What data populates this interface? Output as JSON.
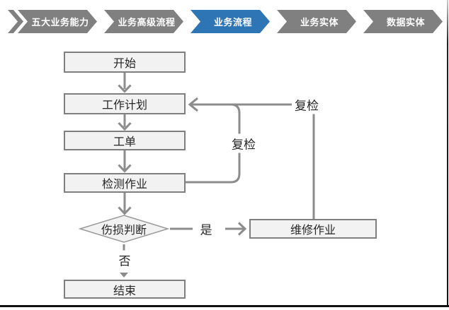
{
  "breadcrumb": {
    "active_color": "#2E75B6",
    "inactive_color": "#808080",
    "tabs": [
      {
        "label": "五大业务能力",
        "active": false
      },
      {
        "label": "业务高级流程",
        "active": false
      },
      {
        "label": "业务流程",
        "active": true
      },
      {
        "label": "业务实体",
        "active": false
      },
      {
        "label": "数据实体",
        "active": false
      }
    ]
  },
  "flowchart": {
    "nodes": [
      {
        "id": "start",
        "label": "开始",
        "type": "process"
      },
      {
        "id": "work-plan",
        "label": "工作计划",
        "type": "process"
      },
      {
        "id": "work-order",
        "label": "工单",
        "type": "process"
      },
      {
        "id": "inspection-work",
        "label": "检测作业",
        "type": "process"
      },
      {
        "id": "damage-decision",
        "label": "伤损判断",
        "type": "decision"
      },
      {
        "id": "repair-work",
        "label": "维修作业",
        "type": "process"
      },
      {
        "id": "end",
        "label": "结束",
        "type": "process"
      }
    ],
    "edge_labels": {
      "recheck_inner": "复检",
      "recheck_outer": "复检",
      "yes": "是",
      "no": "否"
    },
    "colors": {
      "node_fill": "#f2f2f2",
      "node_border": "#7f7f7f",
      "connector": "#8c8c8c"
    }
  }
}
